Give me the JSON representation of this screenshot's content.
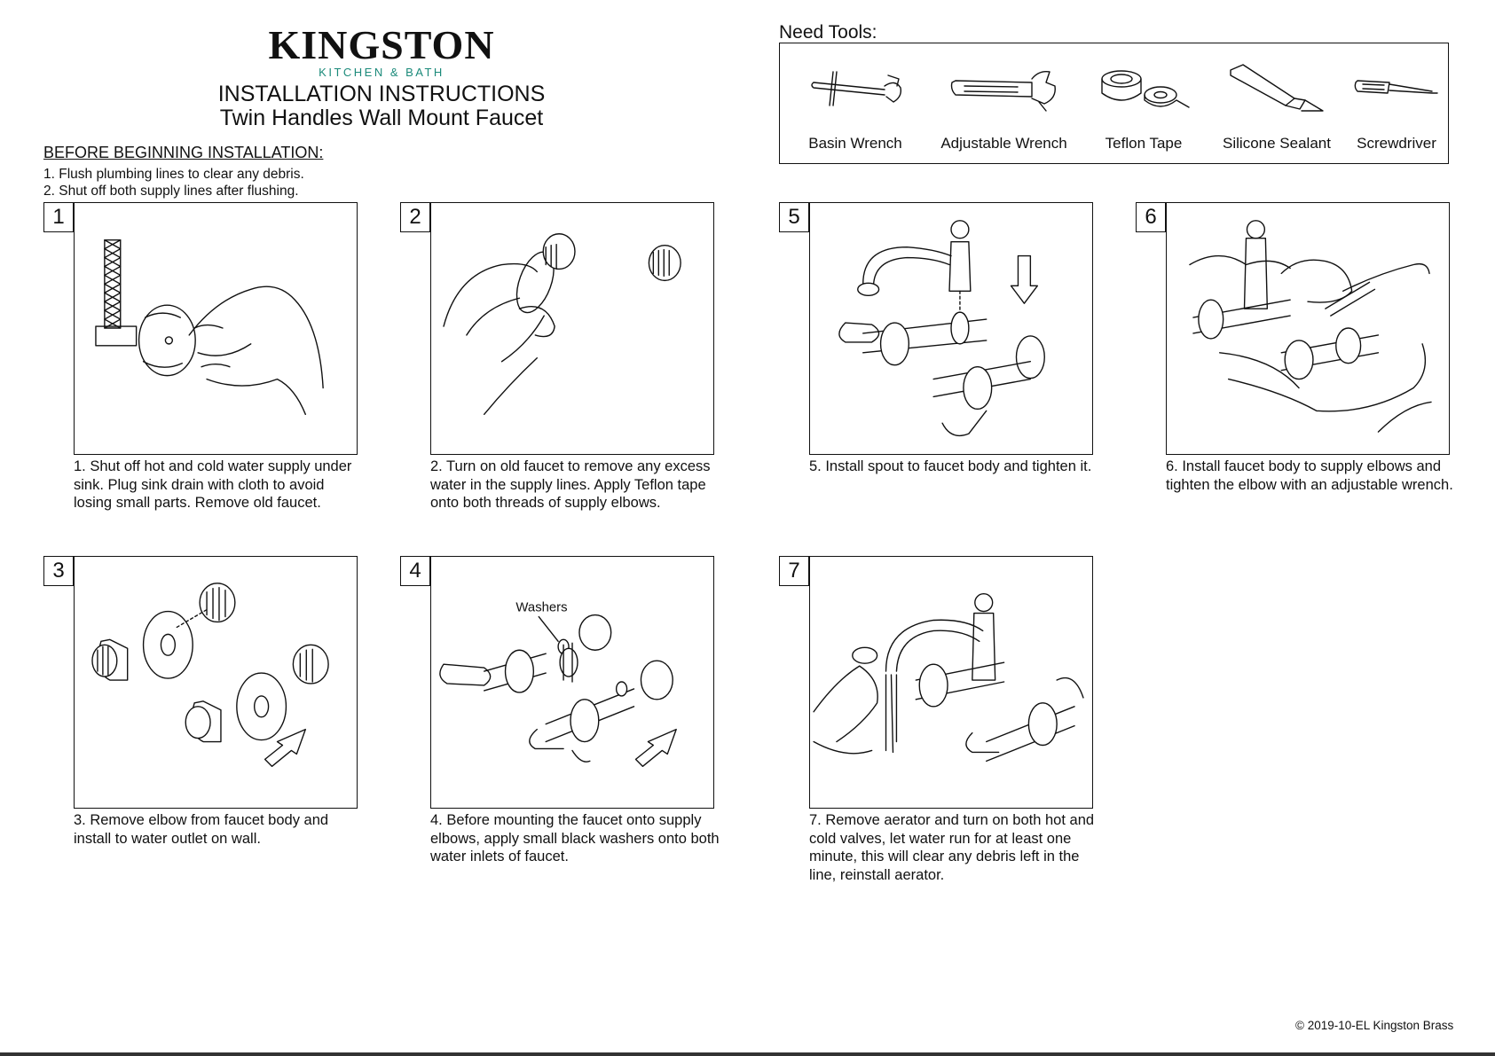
{
  "header": {
    "brand": "KINGSTON",
    "brand_sub": "KITCHEN & BATH",
    "title": "INSTALLATION INSTRUCTIONS",
    "subtitle": "Twin Handles Wall Mount Faucet"
  },
  "before": {
    "heading": "BEFORE BEGINNING INSTALLATION:",
    "items": [
      "1. Flush plumbing lines to clear any debris.",
      "2. Shut off both supply lines after flushing."
    ]
  },
  "tools": {
    "heading": "Need Tools:",
    "items": [
      {
        "label": "Basin Wrench",
        "icon": "basin-wrench-icon"
      },
      {
        "label": "Adjustable Wrench",
        "icon": "adjustable-wrench-icon"
      },
      {
        "label": "Teflon Tape",
        "icon": "teflon-tape-icon"
      },
      {
        "label": "Silicone Sealant",
        "icon": "silicone-sealant-icon"
      },
      {
        "label": "Screwdriver",
        "icon": "screwdriver-icon"
      }
    ]
  },
  "steps": [
    {
      "number": "1",
      "text": "1. Shut off hot and cold water supply under sink.  Plug sink drain with cloth to avoid losing small parts.  Remove old faucet."
    },
    {
      "number": "2",
      "text": "2. Turn on old faucet to remove any excess water in the supply lines.  Apply Teflon tape onto both threads of supply elbows."
    },
    {
      "number": "3",
      "text": "3. Remove elbow from faucet body and install to water outlet on wall."
    },
    {
      "number": "4",
      "text": "4. Before mounting the faucet onto supply elbows, apply small black washers onto both water inlets of faucet.",
      "callout": "Washers"
    },
    {
      "number": "5",
      "text": "5. Install spout to faucet body and tighten it."
    },
    {
      "number": "6",
      "text": "6. Install faucet body to supply elbows and tighten the elbow with an adjustable wrench."
    },
    {
      "number": "7",
      "text": "7. Remove aerator and turn on both hot and cold valves, let water run for at least one minute, this will clear any debris left in the line, reinstall aerator."
    }
  ],
  "footer": {
    "copyright": "© 2019-10-EL Kingston Brass"
  },
  "colors": {
    "brand_sub": "#1b8a7a",
    "ink": "#111111",
    "background": "#ffffff"
  }
}
